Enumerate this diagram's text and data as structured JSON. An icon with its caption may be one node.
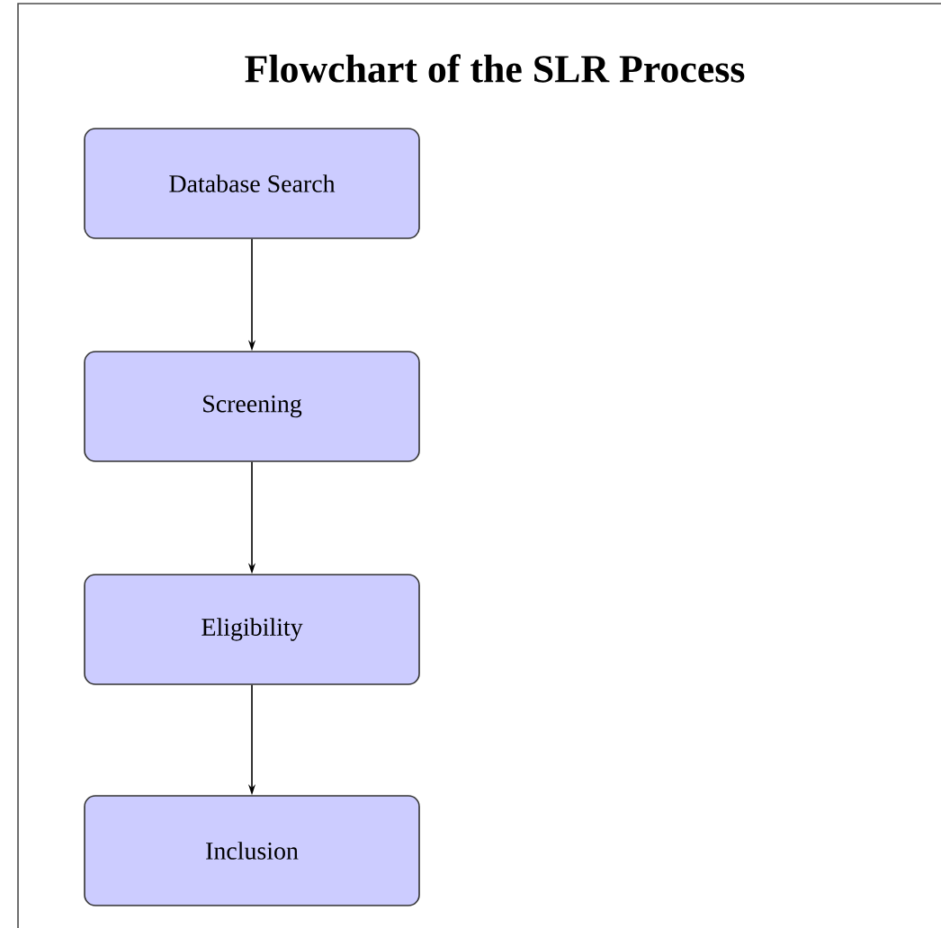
{
  "diagram": {
    "title": "Flowchart of the SLR Process",
    "nodes": [
      {
        "text": [
          "Database Search"
        ]
      },
      {
        "text": [
          "Screening"
        ]
      },
      {
        "text": [
          "Eligibility"
        ]
      },
      {
        "text": [
          "Inclusion"
        ]
      }
    ],
    "edges": [
      {
        "from": 0,
        "to": 1,
        "arrow": "to"
      },
      {
        "from": 1,
        "to": 2,
        "arrow": "to"
      },
      {
        "from": 2,
        "to": 3,
        "arrow": "to"
      }
    ]
  }
}
